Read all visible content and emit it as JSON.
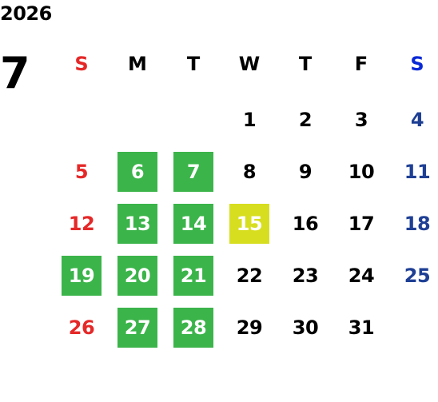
{
  "calendar": {
    "year": "2026",
    "month": "7",
    "weekdays": [
      "S",
      "M",
      "T",
      "W",
      "T",
      "F",
      "S"
    ],
    "weeks": [
      [
        "",
        "",
        "",
        "1",
        "2",
        "3",
        "4"
      ],
      [
        "5",
        "6",
        "7",
        "8",
        "9",
        "10",
        "11"
      ],
      [
        "12",
        "13",
        "14",
        "15",
        "16",
        "17",
        "18"
      ],
      [
        "19",
        "20",
        "21",
        "22",
        "23",
        "24",
        "25"
      ],
      [
        "26",
        "27",
        "28",
        "29",
        "30",
        "31",
        ""
      ]
    ],
    "highlighted_green": [
      "6",
      "7",
      "13",
      "14",
      "19",
      "20",
      "21",
      "27",
      "28"
    ],
    "highlighted_yellow": [
      "15"
    ]
  },
  "colors": {
    "sunday": "#e52828",
    "saturday": "#1e3f94",
    "green": "#3bb44a",
    "yellow": "#d7de1f",
    "text": "#000000"
  }
}
